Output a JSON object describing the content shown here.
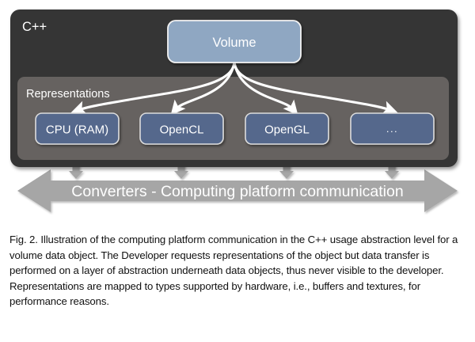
{
  "figure": {
    "outer_container": {
      "label": "C++",
      "fill": "#343434",
      "text_color": "#ffffff"
    },
    "inner_container": {
      "label": "Representations",
      "fill": "#666260",
      "text_color": "#ffffff"
    },
    "root_node": {
      "label": "Volume",
      "fill": "#8fa7c2",
      "border": "#f2f2f2",
      "text_color": "#ffffff"
    },
    "representation_nodes": [
      {
        "label": "CPU (RAM)",
        "fill": "#55688c"
      },
      {
        "label": "OpenCL",
        "fill": "#55688c"
      },
      {
        "label": "OpenGL",
        "fill": "#55688c"
      },
      {
        "label": "...",
        "fill": "#55688c"
      }
    ],
    "node_border": "#dcdcdc",
    "node_text_color": "#ffffff",
    "arrows": {
      "fan_color": "#ffffff",
      "transfer_arrow_color": "#a6a6a6",
      "transfer_arrow_count": 4
    },
    "converter_bar": {
      "label": "Converters - Computing platform communication",
      "fill": "#a6a6a6",
      "text_color": "#ffffff",
      "double_headed": true
    }
  },
  "caption": {
    "text": "Fig. 2. Illustration of the computing platform communication in the C++ usage abstraction level for a volume data object. The Developer requests representations of the object but data transfer is performed on a layer of abstraction underneath data objects, thus never visible to the developer. Representations are mapped to types supported by hardware, i.e., buffers and textures, for performance reasons."
  }
}
